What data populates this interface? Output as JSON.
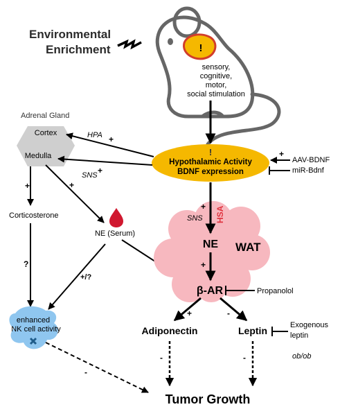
{
  "environmental_enrichment": {
    "line1": "Environmental",
    "line2": "Enrichment"
  },
  "mouse_stimulation": [
    "sensory,",
    "cognitive,",
    "motor,",
    "social stimulation"
  ],
  "alert_mark": "!",
  "hypothalamus": {
    "mark": "!",
    "line1": "Hypothalamic Activity",
    "line2": "BDNF expression"
  },
  "modulators_right": {
    "aav_bdnf": "AAV-BDNF",
    "mir_bdnf": "miR-Bdnf"
  },
  "adrenal": {
    "title": "Adrenal Gland",
    "cortex": "Cortex",
    "medulla": "Medulla"
  },
  "pathways": {
    "hpa": "HPA",
    "sns_left": "SNS",
    "sns_right": "SNS",
    "hsa": "HSA"
  },
  "signs": {
    "plus": "+",
    "minus": "-",
    "unknown": "?",
    "plus_unknown": "+/?"
  },
  "corticosterone": "Corticosterone",
  "ne_serum": "NE (Serum)",
  "wat": {
    "label": "WAT",
    "ne": "NE",
    "beta_ar": "β-AR"
  },
  "propanolol": "Propanolol",
  "nk": {
    "line1": "enhanced",
    "line2": "NK cell activity"
  },
  "adiponectin": "Adiponectin",
  "leptin": "Leptin",
  "exogenous_leptin": {
    "line1": "Exogenous",
    "line2": "leptin"
  },
  "ob_ob": "ob/ob",
  "tumor_growth": "Tumor Growth",
  "colors": {
    "hypothalamus": "#f5b800",
    "wat": "#f7b8bf",
    "nk_cell": "#8fc6ef",
    "hsa": "#e0343f",
    "adrenal": "#cfcfcf",
    "drop": "#d0182f"
  }
}
